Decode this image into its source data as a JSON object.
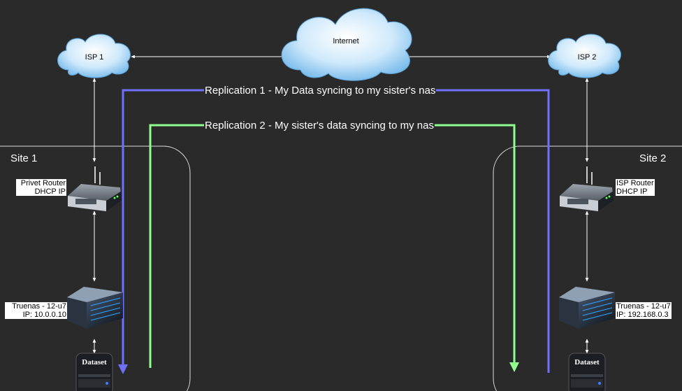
{
  "clouds": {
    "internet": "Internet",
    "isp1": "ISP 1",
    "isp2": "ISP 2"
  },
  "site1": {
    "title": "Site 1",
    "router_line1": "Privet Router",
    "router_line2": "DHCP IP",
    "nas_line1": "Truenas - 12-u7",
    "nas_line2": "IP: 10.0.0.10",
    "dataset": "Dataset"
  },
  "site2": {
    "title": "Site 2",
    "router_line1": "ISP Router",
    "router_line2": "DHCP IP",
    "nas_line1": "Truenas - 12-u7",
    "nas_line2": "IP: 192.168.0.3",
    "dataset": "Dataset"
  },
  "replication": {
    "r1": "Replication 1 - My Data syncing to my sister's nas",
    "r2": "Replication 2 - My sister's data syncing to my nas"
  },
  "colors": {
    "background": "#2a2a2a",
    "replication1": "#7070ff",
    "replication2": "#90ff90",
    "cloud_fill": "#9ed3f7",
    "connector": "#ffffff"
  }
}
